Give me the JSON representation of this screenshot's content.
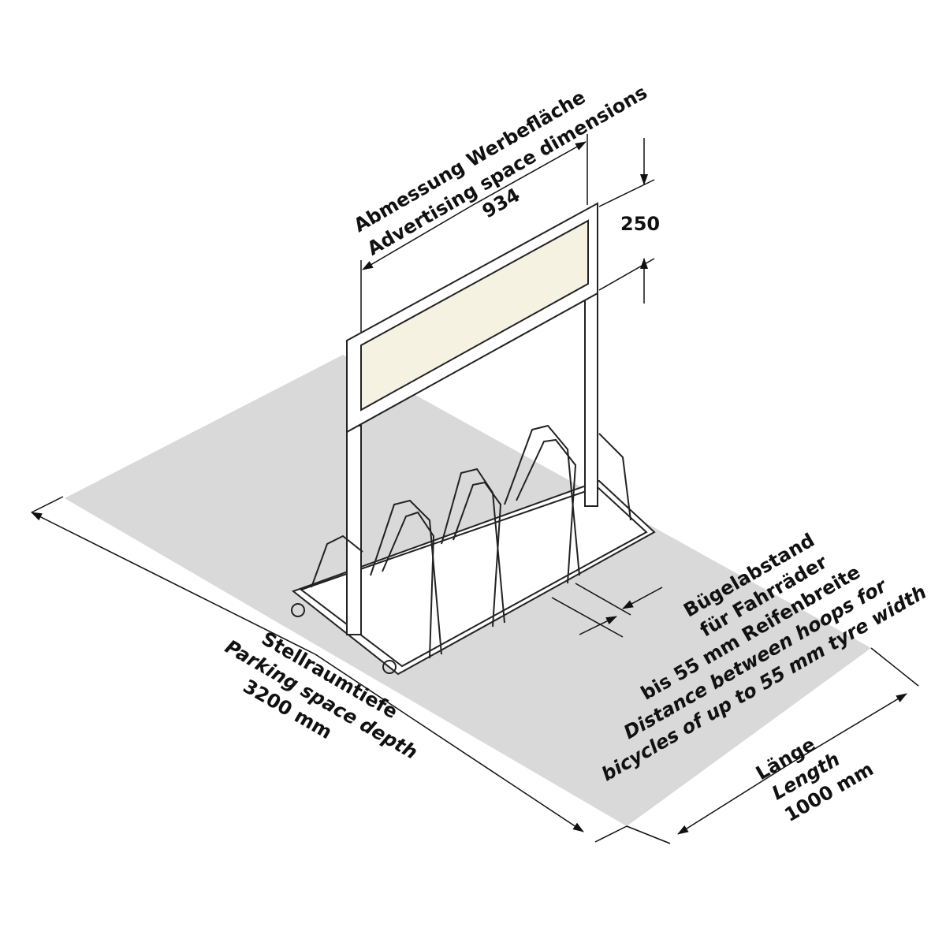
{
  "sign": {
    "label_de": "Abmessung Werbefläche",
    "label_en": "Advertising space dimensions",
    "width": "934",
    "height": "250"
  },
  "hoop_spacing": {
    "line1": "Bügelabstand",
    "line2": "für Fahrräder",
    "line3": "bis 55 mm Reifenbreite",
    "line4": "Distance between hoops for",
    "line5": "bicycles of up to 55 mm tyre width"
  },
  "depth": {
    "label_de": "Stellraumtiefe",
    "label_en": "Parking space depth",
    "value": "3200 mm"
  },
  "length": {
    "label_de": "Länge",
    "label_en": "Length",
    "value": "1000 mm"
  },
  "colors": {
    "floor": "#d9d9d9",
    "panel": "#f6f2e2",
    "line": "#222222"
  }
}
